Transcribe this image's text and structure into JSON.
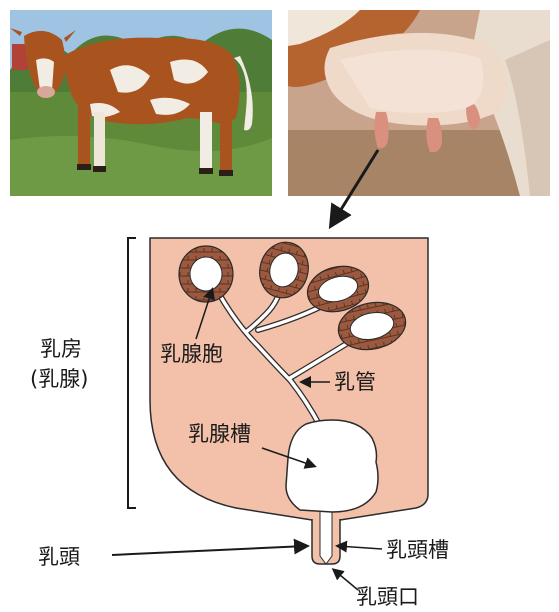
{
  "photos": {
    "cow": {
      "subject": "cow-photo",
      "colors": {
        "sky": "#9fc3e3",
        "grass": "#5f8a3a",
        "coat_brown": "#a9531f",
        "coat_white": "#f2ede4"
      }
    },
    "udder": {
      "subject": "udder-closeup-photo",
      "colors": {
        "skin": "#efd9c8",
        "teat": "#d9907e",
        "coat_brown": "#b5642f"
      }
    }
  },
  "diagram": {
    "colors": {
      "udder_fill": "#f3c1aa",
      "outline": "#2b2b2b",
      "alveolus_wall": "#9b5a3f",
      "alveolus_lumen": "#ffffff"
    },
    "labels": {
      "udder_line1": "乳房",
      "udder_line2": "(乳腺)",
      "alveolus": "乳腺胞",
      "duct": "乳管",
      "gland_cistern": "乳腺槽",
      "teat": "乳頭",
      "teat_cistern": "乳頭槽",
      "teat_orifice": "乳頭口"
    }
  }
}
